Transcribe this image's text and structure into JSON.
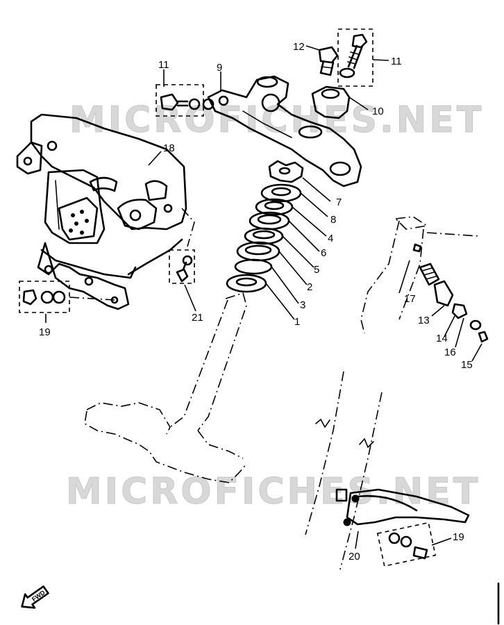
{
  "watermark": "MICROFICHES.NET",
  "callouts": {
    "c1": "1",
    "c2": "2",
    "c3": "3",
    "c4": "4",
    "c5": "5",
    "c6": "6",
    "c7": "7",
    "c8": "8",
    "c9": "9",
    "c10": "10",
    "c11a": "11",
    "c11b": "11",
    "c12": "12",
    "c13": "13",
    "c14": "14",
    "c15": "15",
    "c16": "16",
    "c17": "17",
    "c18": "18",
    "c19a": "19",
    "c19b": "19",
    "c20": "20",
    "c21": "21"
  },
  "front_arrow": "FWD",
  "colors": {
    "ink": "#000000",
    "background": "#ffffff",
    "watermark": "#d8d8d8"
  }
}
